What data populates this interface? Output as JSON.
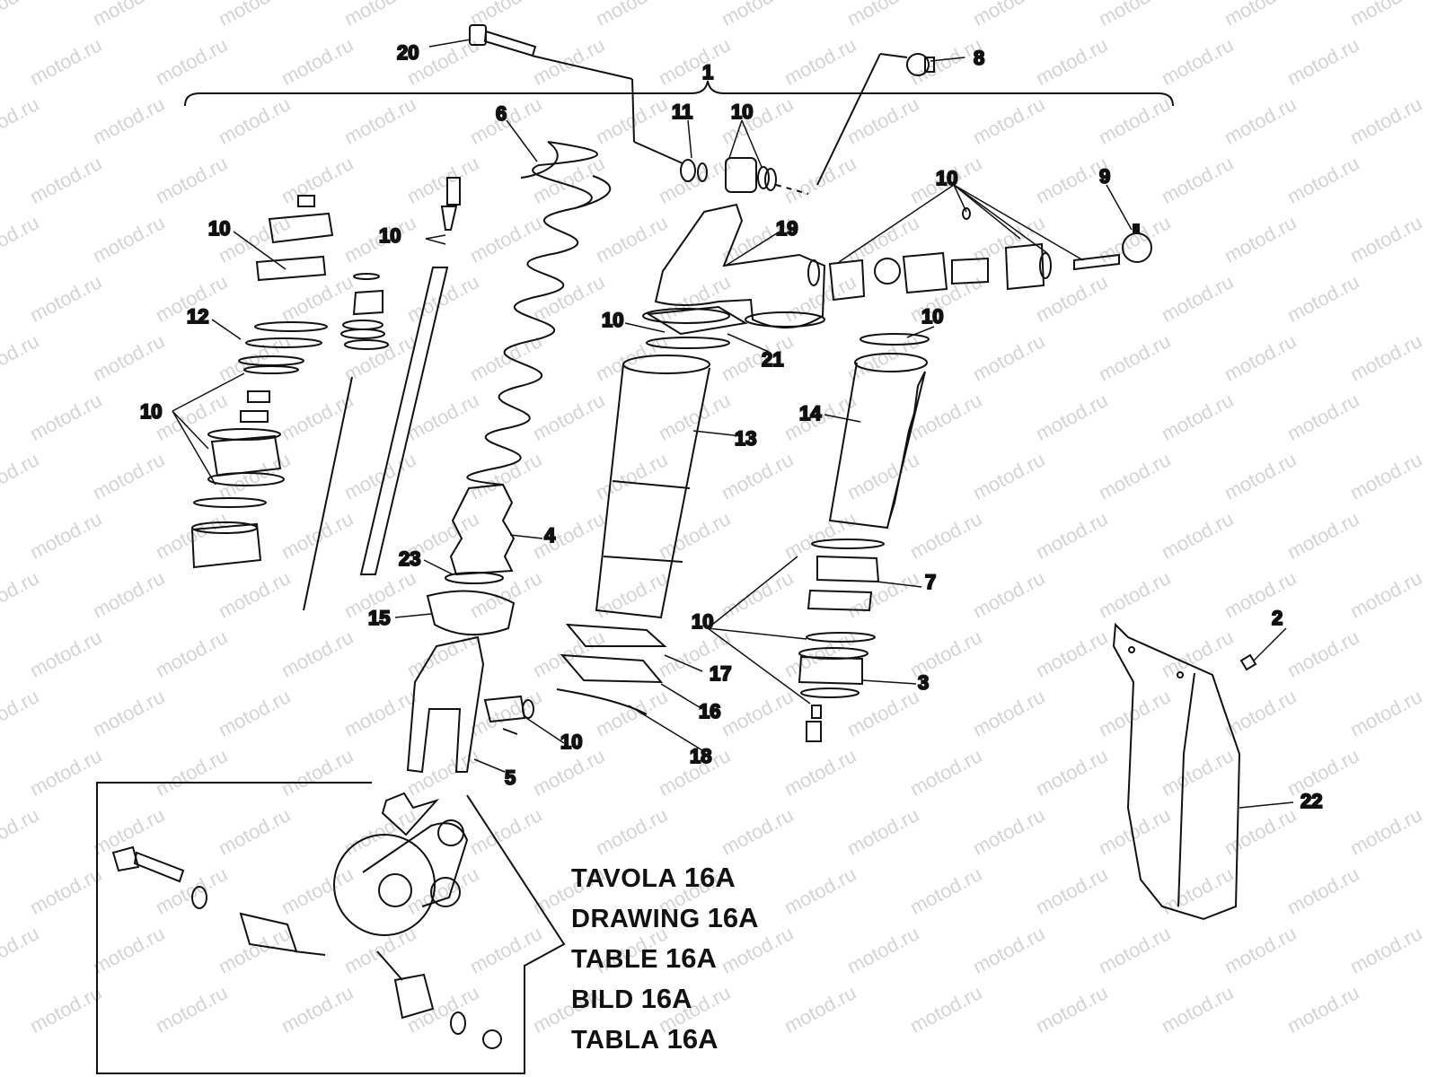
{
  "watermark": "motod.ru",
  "callouts": {
    "c1": "1",
    "c2": "2",
    "c3": "3",
    "c4": "4",
    "c5": "5",
    "c6": "6",
    "c7": "7",
    "c8": "8",
    "c9": "9",
    "c10": "10",
    "c11": "11",
    "c12": "12",
    "c13": "13",
    "c14": "14",
    "c15": "15",
    "c16": "16",
    "c17": "17",
    "c18": "18",
    "c19": "19",
    "c20": "20",
    "c21": "21",
    "c22": "22",
    "c23": "23"
  },
  "caption": [
    {
      "word": "TAVOLA",
      "num": "16A"
    },
    {
      "word": "DRAWING",
      "num": "16A"
    },
    {
      "word": "TABLE",
      "num": "16A"
    },
    {
      "word": "BILD",
      "num": "16A"
    },
    {
      "word": "TABLA",
      "num": "16A"
    }
  ],
  "colors": {
    "line": "#111111",
    "watermark": "#d4d4d4",
    "background": "#ffffff"
  }
}
